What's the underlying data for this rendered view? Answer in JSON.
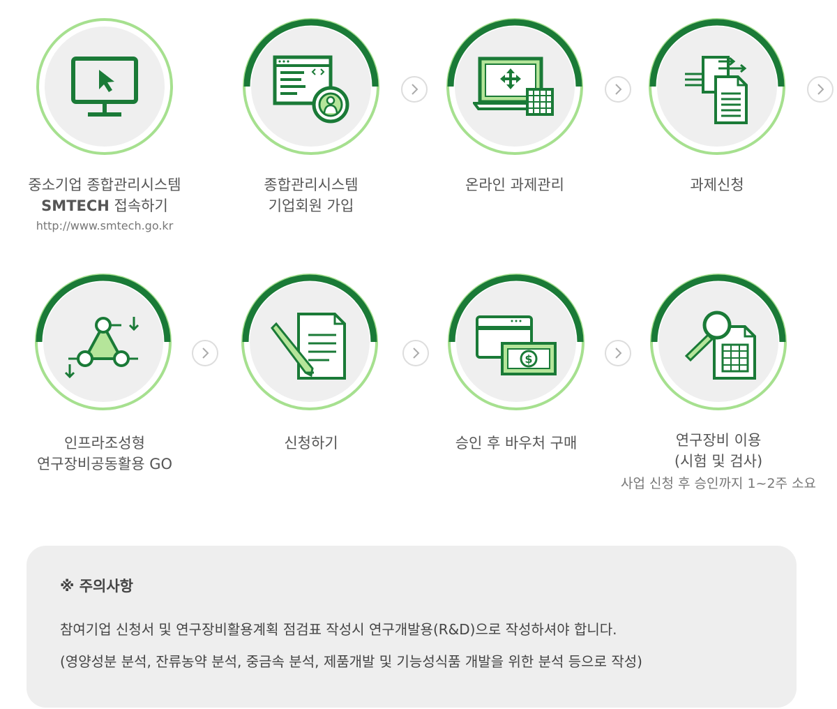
{
  "steps": [
    {
      "line1": "중소기업 종합관리시스템",
      "line2_bold": "SMTECH",
      "line2_rest": " 접속하기",
      "sub": "http://www.smtech.go.kr",
      "icon": "monitor-cursor-icon"
    },
    {
      "line1": "종합관리시스템",
      "line2": "기업회원 가입",
      "icon": "webpage-user-icon"
    },
    {
      "line1": "온라인 과제관리",
      "icon": "laptop-grid-icon"
    },
    {
      "line1": "과제신청",
      "icon": "document-transfer-icon"
    },
    {
      "line1": "인프라조성형",
      "line2": "연구장비공동활용 GO",
      "icon": "network-nodes-icon"
    },
    {
      "line1": "신청하기",
      "icon": "document-pen-icon"
    },
    {
      "line1": "승인 후 바우처 구매",
      "icon": "card-money-icon"
    },
    {
      "line1": "연구장비 이용",
      "line2": "(시험 및 검사)",
      "sub": "사업 신청 후 승인까지 1~2주 소요",
      "icon": "magnifier-calculator-icon"
    }
  ],
  "notice": {
    "title": "※ 주의사항",
    "line1": "참여기업 신청서 및 연구장비활용계획 점검표 작성시 연구개발용(R&D)으로 작성하셔야 합니다.",
    "line2": "(영양성분 분석, 잔류농약 분석, 중금속 분석, 제품개발 및 기능성식품 개발을 위한 분석 등으로 작성)"
  },
  "colors": {
    "dark_green": "#1a7a37",
    "light_green": "#a6e08f",
    "circle_fill": "#efefef",
    "icon_fill": "#b5e59a"
  }
}
